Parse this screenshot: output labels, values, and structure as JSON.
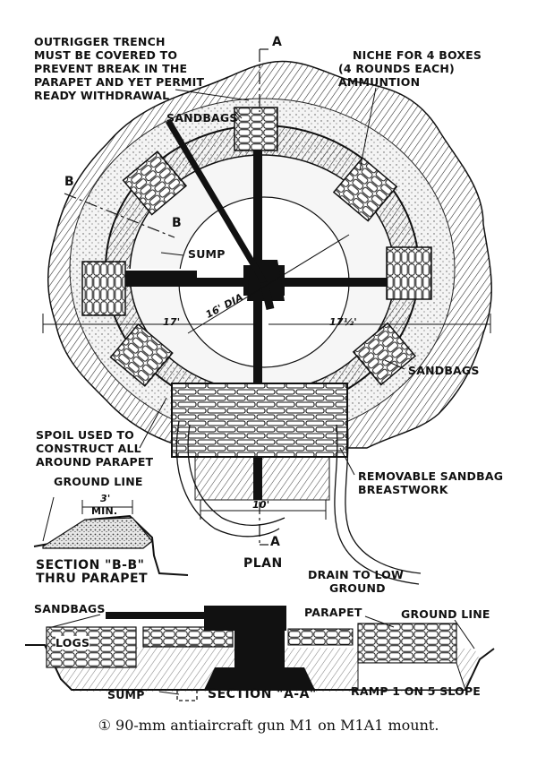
{
  "labels": {
    "outrigger": [
      "OUTRIGGER TRENCH",
      "MUST BE COVERED TO",
      "PREVENT  BREAK IN THE",
      "PARAPET AND YET PERMIT",
      "READY WITHDRAWAL"
    ],
    "niche": [
      "NICHE FOR 4 BOXES",
      "(4 ROUNDS EACH)",
      "AMMUNTION"
    ],
    "sandbags_top": "SANDBAGS",
    "sandbags_right": "SANDBAGS",
    "sandbags_section": "SANDBAGS",
    "sump_plan": "SUMP",
    "sump_section": "SUMP",
    "spoil": [
      "SPOIL USED TO",
      "CONSTRUCT ALL",
      "AROUND PARAPET"
    ],
    "removable": [
      "REMOVABLE SANDBAG",
      "BREASTWORK"
    ],
    "ground_line": "GROUND LINE",
    "ground_line_section": "GROUND LINE",
    "plan": "PLAN",
    "drain": [
      "DRAIN TO LOW",
      "GROUND"
    ],
    "section_bb": [
      "SECTION \"B-B\"",
      "THRU PARAPET"
    ],
    "parapet": "PARAPET",
    "logs": "LOGS",
    "section_aa": "SECTION \"A-A\"",
    "ramp": "RAMP 1 ON 5 SLOPE",
    "marker_a_top": "A",
    "marker_a_bottom": "A",
    "marker_b1": "B",
    "marker_b2": "B",
    "dim_16": "16' DIA",
    "dim_17": "17'",
    "dim_17half": "17½'",
    "dim_10": "10'",
    "dim_3": "3'",
    "dim_min": "MIN."
  },
  "caption": "① 90-mm antiaircraft gun M1 on M1A1 mount."
}
